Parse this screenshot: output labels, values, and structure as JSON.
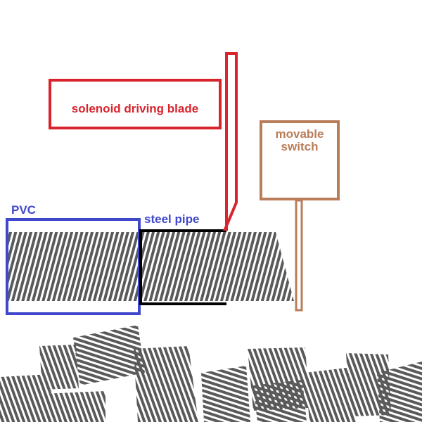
{
  "labels": {
    "solenoid": "solenoid driving blade",
    "movable_switch_line1": "movable",
    "movable_switch_line2": "switch",
    "pvc": "PVC",
    "steel_pipe": "steel pipe"
  },
  "colors": {
    "solenoid": "#d9232d",
    "switch": "#b97d5a",
    "pvc": "#3f48cc",
    "steel_pipe": "#000000",
    "hatch": "#5a5a5a"
  }
}
